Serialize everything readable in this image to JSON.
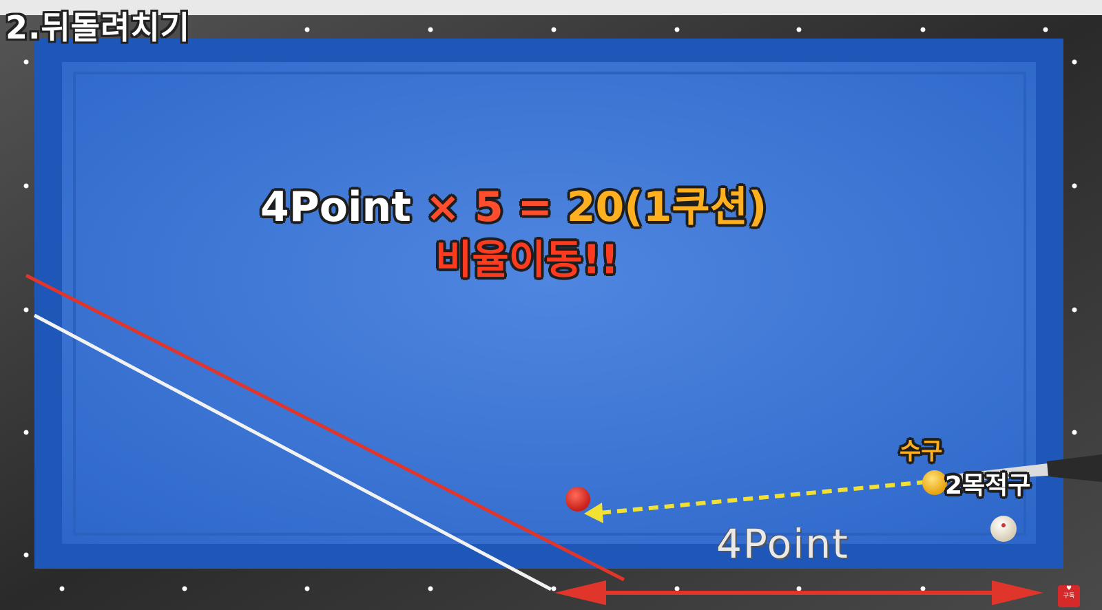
{
  "title": "2.뒤돌려치기",
  "formula": {
    "part1": "4Point",
    "part2": "× 5 =",
    "part3": "20",
    "part4": "(1쿠션)"
  },
  "ratio_text": "비율이동!!",
  "labels": {
    "cue_ball": "수구",
    "object_ball_2": "2목적구",
    "distance": "4Point"
  },
  "subscribe_badge": "구독",
  "colors": {
    "cloth": "#2e6fd0",
    "cloth_inner": "#3a7be0",
    "rail_frame": "#3a3a3a",
    "red_line": "#e0352b",
    "white_line": "#f2f2f2",
    "yellow_arrow": "#f2e033",
    "accent_orange": "#ffb020",
    "accent_red": "#ff3b1f"
  }
}
